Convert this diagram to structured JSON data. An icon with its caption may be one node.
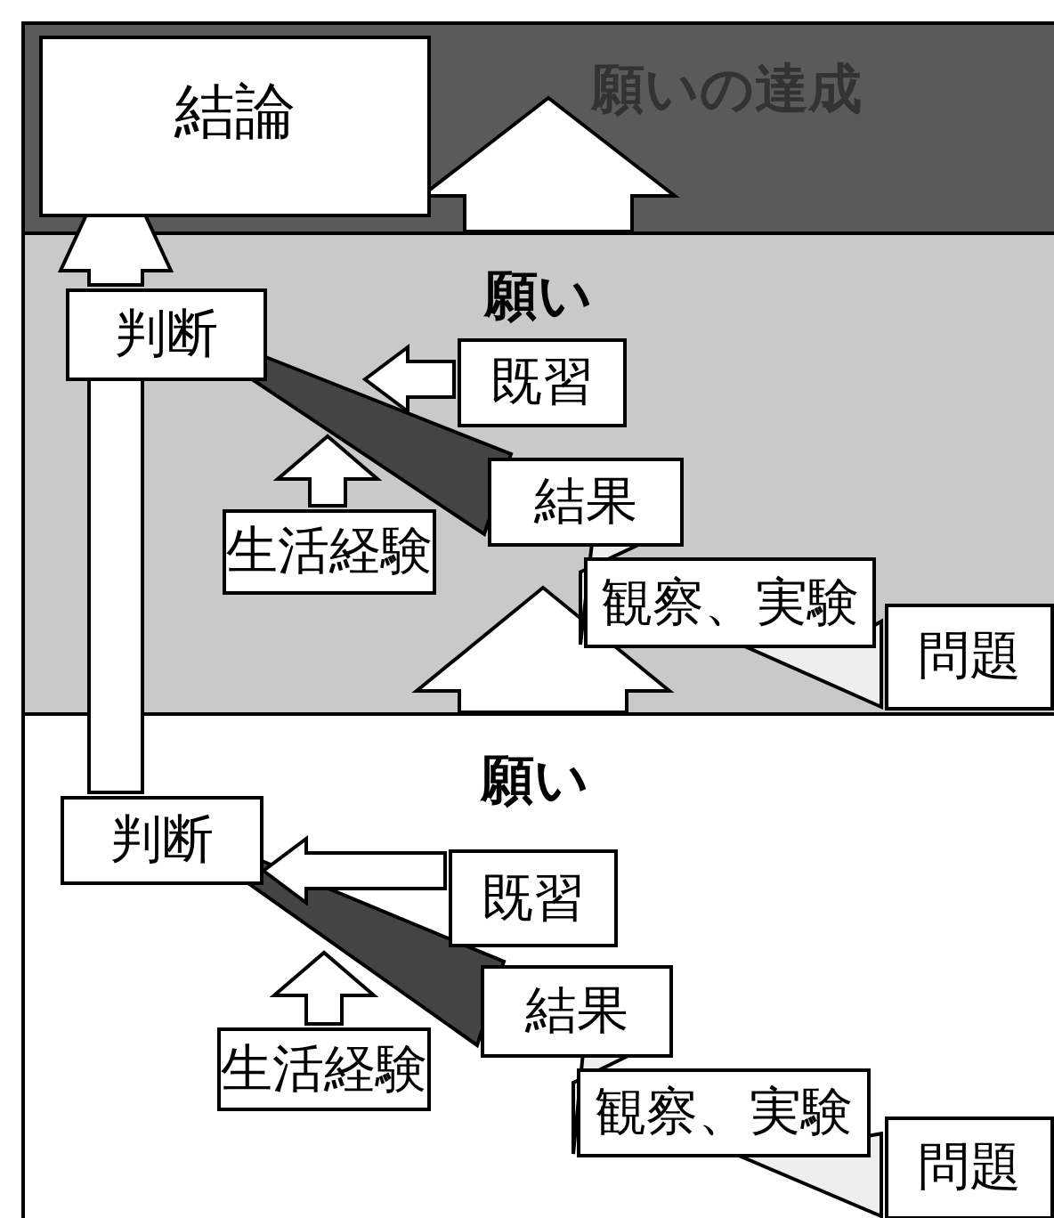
{
  "diagram": {
    "nodes": [
      {
        "text": [
          "願いの達成"
        ]
      },
      {
        "text": [
          "願い"
        ]
      },
      {
        "text": [
          "願い"
        ]
      },
      {
        "text": [
          "結論"
        ],
        "in": 0
      },
      {
        "text": [
          "判断"
        ],
        "in": 1
      },
      {
        "text": [
          "既習"
        ],
        "in": 1
      },
      {
        "text": [
          "結果"
        ],
        "in": 1
      },
      {
        "text": [
          "生活経験"
        ],
        "in": 1
      },
      {
        "text": [
          "観察、実験"
        ],
        "in": 1
      },
      {
        "text": [
          "問題"
        ],
        "in": 1
      },
      {
        "text": [
          "判断"
        ],
        "in": 2
      },
      {
        "text": [
          "既習"
        ],
        "in": 2
      },
      {
        "text": [
          "結果"
        ],
        "in": 2
      },
      {
        "text": [
          "生活経験"
        ],
        "in": 2
      },
      {
        "text": [
          "観察、実験"
        ],
        "in": 2
      },
      {
        "text": [
          "問題"
        ],
        "in": 2
      }
    ],
    "edges": [
      {
        "from": 1,
        "to": 0,
        "arrow": "to"
      },
      {
        "from": 2,
        "to": 1,
        "arrow": "to"
      },
      {
        "from": 10,
        "to": 4,
        "arrow": "none"
      },
      {
        "from": 4,
        "to": 3,
        "arrow": "to"
      },
      {
        "from": 5,
        "to": 4,
        "arrow": "to"
      },
      {
        "from": 7,
        "to": 4,
        "arrow": "to"
      },
      {
        "from": 6,
        "to": 4,
        "arrow": "none",
        "style": "thick",
        "color": "#444444"
      },
      {
        "from": 8,
        "to": 6,
        "arrow": "none"
      },
      {
        "from": 9,
        "to": 8,
        "arrow": "none"
      },
      {
        "from": 11,
        "to": 10,
        "arrow": "to"
      },
      {
        "from": 13,
        "to": 10,
        "arrow": "to"
      },
      {
        "from": 12,
        "to": 10,
        "arrow": "none",
        "style": "thick",
        "color": "#444444"
      },
      {
        "from": 14,
        "to": 12,
        "arrow": "none"
      },
      {
        "from": 15,
        "to": 14,
        "arrow": "none"
      }
    ]
  }
}
